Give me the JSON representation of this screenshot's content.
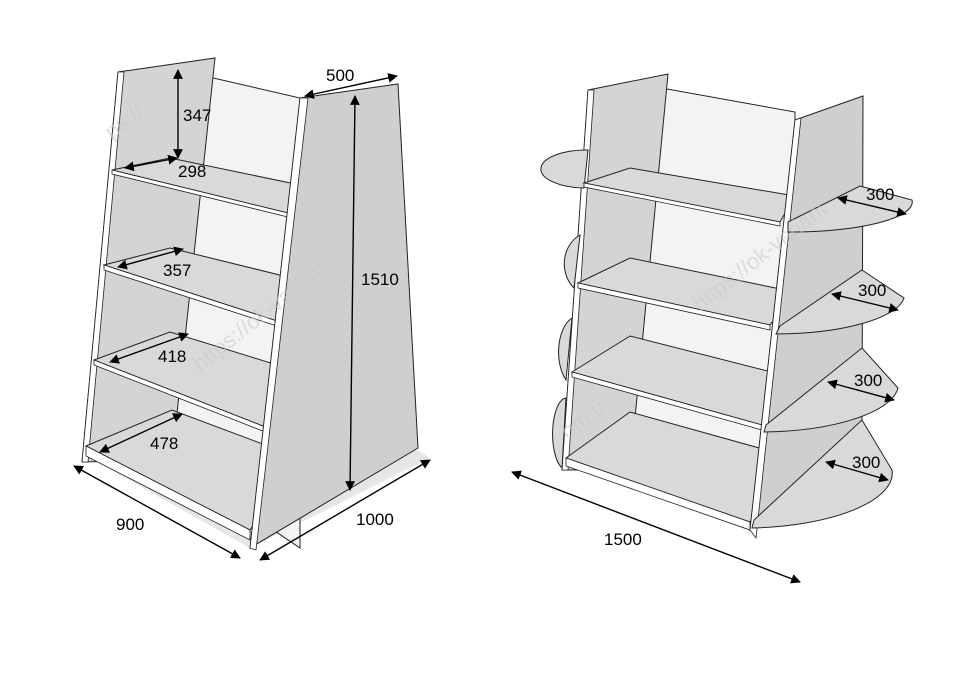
{
  "colors": {
    "panel": "#d9d9d9",
    "panel_dark": "#bfbfbf",
    "back": "#f3f3f3",
    "edge": "#ffffff",
    "stroke": "#222222",
    "shadow": "#cfcfcf"
  },
  "watermark": "https://ok-variant",
  "watermark_fragment_1": "ps://",
  "watermark_fragment_2": "om.u",
  "left_unit": {
    "dim_top_depth": "500",
    "dim_shelf_gap": "347",
    "dim_shelf1": "298",
    "dim_shelf2": "357",
    "dim_shelf3": "418",
    "dim_shelf4": "478",
    "dim_height": "1510",
    "dim_width": "900",
    "dim_depth": "1000"
  },
  "right_unit": {
    "dim_wing1": "300",
    "dim_wing2": "300",
    "dim_wing3": "300",
    "dim_wing4": "300",
    "dim_width": "1500"
  }
}
